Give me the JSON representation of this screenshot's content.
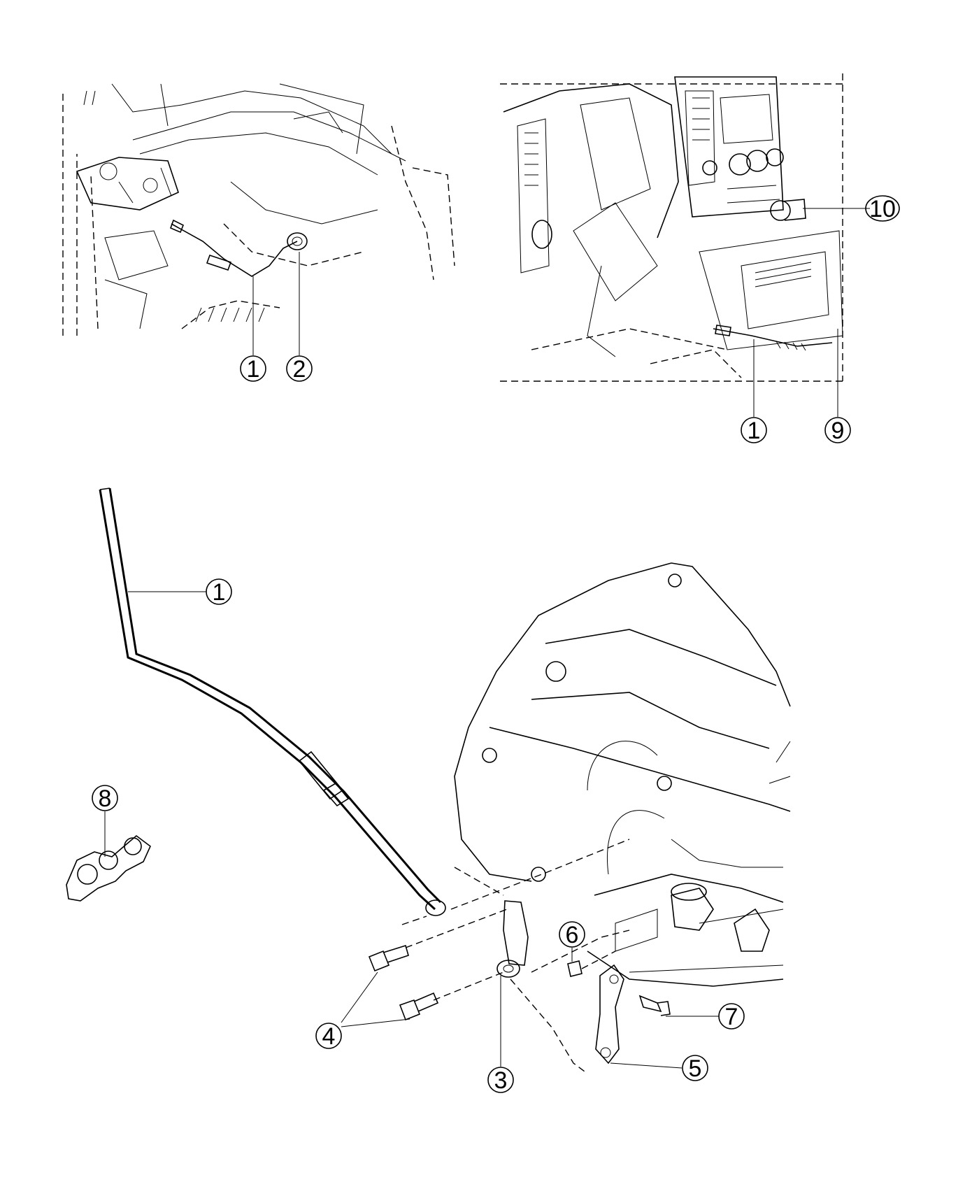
{
  "diagram": {
    "callouts": [
      {
        "id": "c1a",
        "label": "1"
      },
      {
        "id": "c2",
        "label": "2"
      },
      {
        "id": "c10",
        "label": "10"
      },
      {
        "id": "c1b",
        "label": "1"
      },
      {
        "id": "c9",
        "label": "9"
      },
      {
        "id": "c1c",
        "label": "1"
      },
      {
        "id": "c8",
        "label": "8"
      },
      {
        "id": "c6",
        "label": "6"
      },
      {
        "id": "c7",
        "label": "7"
      },
      {
        "id": "c4",
        "label": "4"
      },
      {
        "id": "c3",
        "label": "3"
      },
      {
        "id": "c5",
        "label": "5"
      }
    ]
  }
}
